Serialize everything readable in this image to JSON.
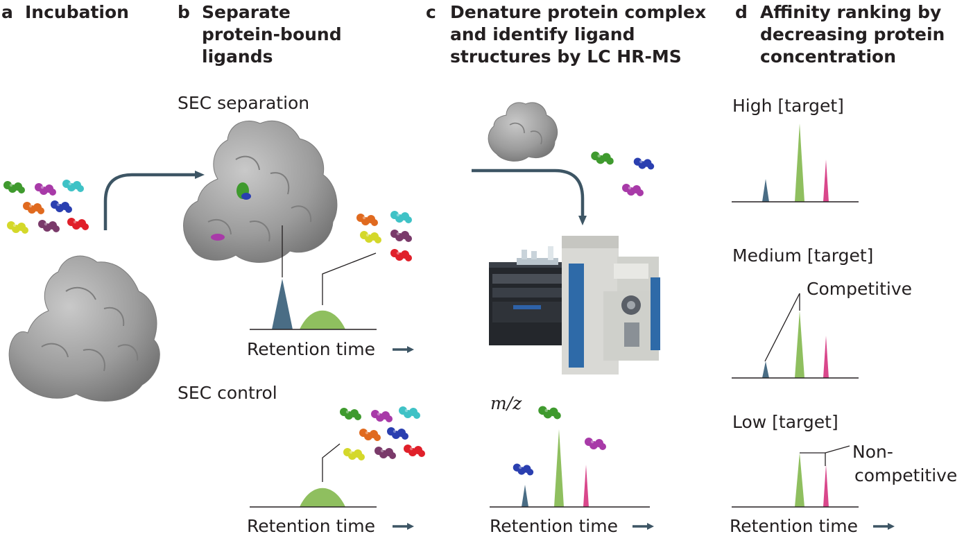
{
  "panels": {
    "a": {
      "letter": "a",
      "title": [
        "Incubation"
      ]
    },
    "b": {
      "letter": "b",
      "title": [
        "Separate",
        "protein-bound",
        "ligands"
      ],
      "sec_separation": "SEC separation",
      "sec_control": "SEC control",
      "axis_label": "Retention time"
    },
    "c": {
      "letter": "c",
      "title": [
        "Denature protein complex",
        "and identify ligand",
        "structures by LC HR-MS"
      ],
      "mz_label": "m/z",
      "axis_label": "Retention time"
    },
    "d": {
      "letter": "d",
      "title": [
        "Affinity ranking by",
        "decreasing protein",
        "concentration"
      ],
      "high_label": "High [target]",
      "medium_label": "Medium [target]",
      "low_label": "Low [target]",
      "competitive_label": "Competitive",
      "noncompetitive_label": [
        "Non-",
        "competitive"
      ],
      "axis_label": "Retention time"
    }
  },
  "colors": {
    "arrow": "#3d5564",
    "protein": "#9a9a9a",
    "peak_blue": "#4a6d85",
    "peak_green": "#8fbf5f",
    "peak_pink": "#d9478b",
    "axis": "#231f20"
  },
  "ligand_colors": [
    "#3f9a2e",
    "#a83aa8",
    "#3fc2c6",
    "#e06a1f",
    "#2a3fb0",
    "#d4d82a",
    "#7a3a6a",
    "#e0202a"
  ]
}
